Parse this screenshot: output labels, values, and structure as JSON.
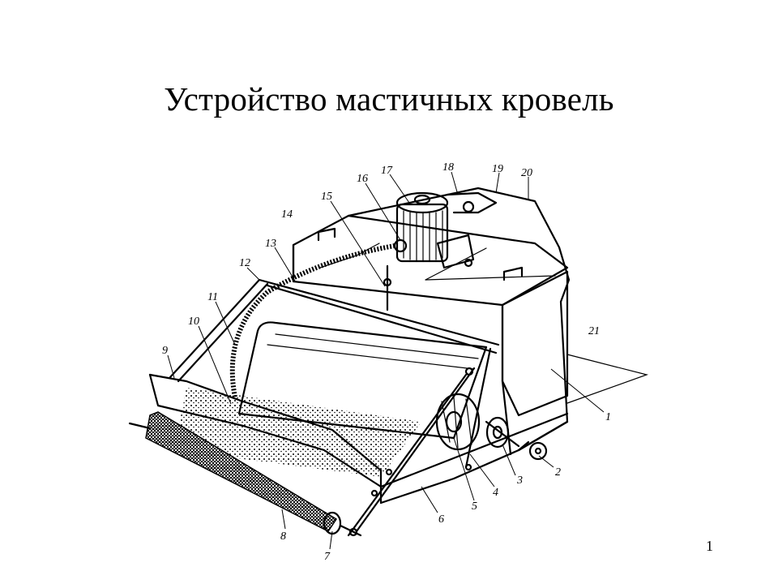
{
  "slide": {
    "title": "Устройство мастичных кровель",
    "page_number": "1"
  },
  "figure": {
    "callouts": [
      "1",
      "2",
      "3",
      "4",
      "5",
      "6",
      "7",
      "8",
      "9",
      "10",
      "11",
      "12",
      "13",
      "14",
      "15",
      "16",
      "17",
      "18",
      "19",
      "20",
      "21"
    ],
    "ink_color": "#000000"
  }
}
